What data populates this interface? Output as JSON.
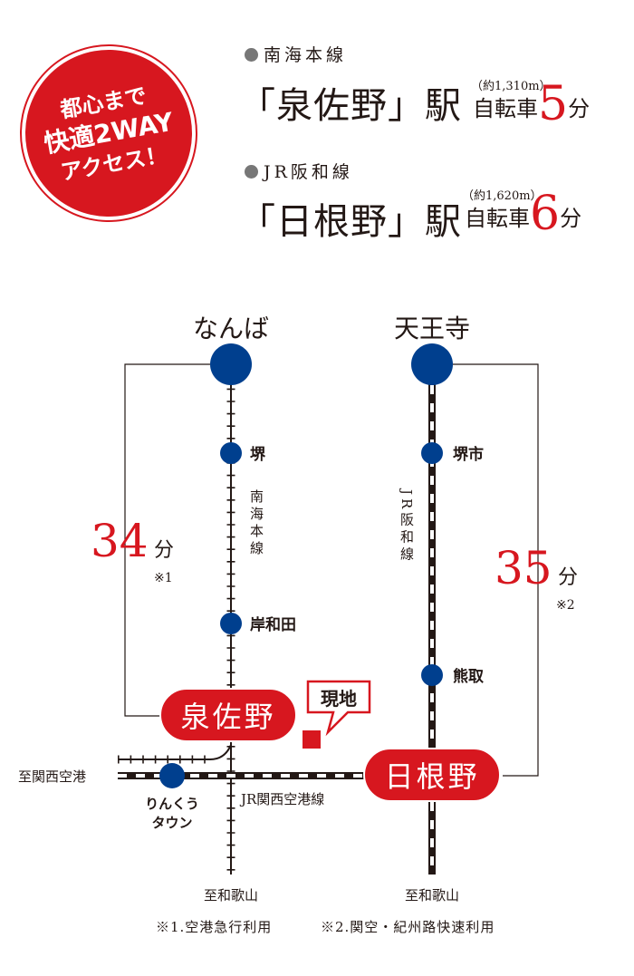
{
  "badge": {
    "line1": "都心まで",
    "line2": "快適2WAY",
    "line3": "アクセス！"
  },
  "header": {
    "route1": {
      "line": "南海本線",
      "station": "「泉佐野」駅",
      "distance": "（約1,310m）",
      "mode": "自転車",
      "minutes": "5",
      "unit": "分"
    },
    "route2": {
      "line": "JR阪和線",
      "station": "「日根野」駅",
      "distance": "（約1,620m）",
      "mode": "自転車",
      "minutes": "6",
      "unit": "分"
    }
  },
  "map": {
    "namba": "なんば",
    "tennoji": "天王寺",
    "sakai": "堺",
    "sakaishi": "堺市",
    "kishiwada": "岸和田",
    "kumatori": "熊取",
    "izumisano": "泉佐野",
    "hineno": "日根野",
    "genchi": "現地",
    "nankai_line": "南海本線",
    "jr_hanwa_line": "JR阪和線",
    "jr_kansai_airport_line": "JR関西空港線",
    "to_kansai_airport": "至関西空港",
    "rinku_town_1": "りんくう",
    "rinku_town_2": "タウン",
    "to_wakayama_left": "至和歌山",
    "to_wakayama_right": "至和歌山",
    "time_left": "34",
    "time_left_unit": "分",
    "time_left_note": "※1",
    "time_right": "35",
    "time_right_unit": "分",
    "time_right_note": "※2"
  },
  "notes": {
    "note1": "※1.空港急行利用",
    "note2": "※2.関空・紀州路快速利用"
  },
  "colors": {
    "accent": "#d7171f",
    "station": "#003f8e",
    "line": "#231815"
  }
}
